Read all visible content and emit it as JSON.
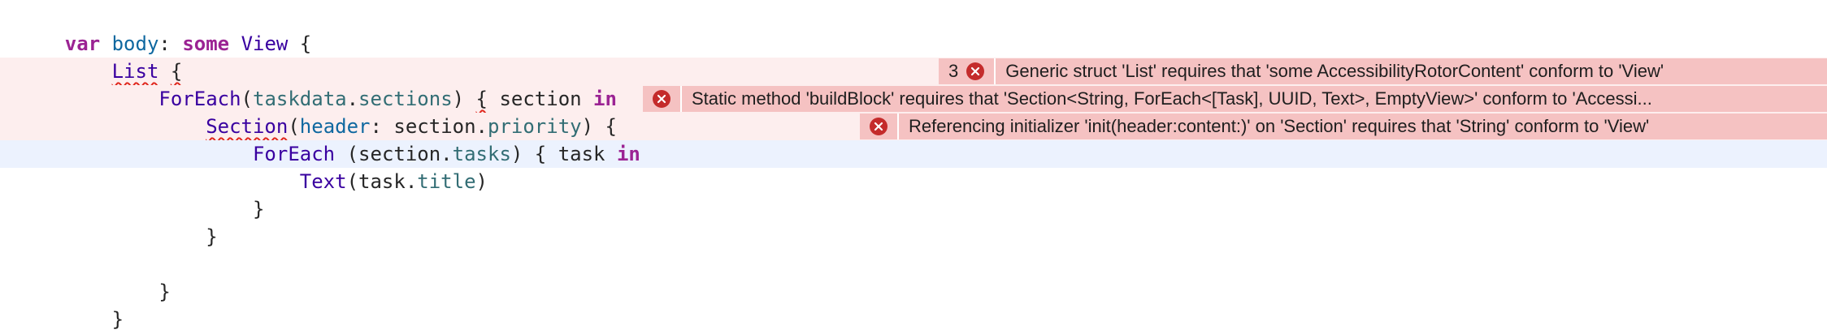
{
  "editor": {
    "lines": [
      {
        "tokens": [
          {
            "t": "    ",
            "c": "plain"
          },
          {
            "t": "var",
            "c": "kw"
          },
          {
            "t": " ",
            "c": "plain"
          },
          {
            "t": "body",
            "c": "decl"
          },
          {
            "t": ": ",
            "c": "plain"
          },
          {
            "t": "some",
            "c": "kw"
          },
          {
            "t": " ",
            "c": "plain"
          },
          {
            "t": "View",
            "c": "type"
          },
          {
            "t": " {",
            "c": "plain"
          }
        ]
      },
      {
        "tokens": [
          {
            "t": "        ",
            "c": "plain"
          },
          {
            "t": "List",
            "c": "type squig"
          },
          {
            "t": " ",
            "c": "plain"
          },
          {
            "t": "{",
            "c": "plain squig"
          }
        ]
      },
      {
        "tokens": [
          {
            "t": "            ",
            "c": "plain"
          },
          {
            "t": "ForEach",
            "c": "type"
          },
          {
            "t": "(",
            "c": "plain"
          },
          {
            "t": "taskdata",
            "c": "member"
          },
          {
            "t": ".",
            "c": "plain"
          },
          {
            "t": "sections",
            "c": "member"
          },
          {
            "t": ") ",
            "c": "plain"
          },
          {
            "t": "{",
            "c": "plain squig"
          },
          {
            "t": " section ",
            "c": "plain"
          },
          {
            "t": "in",
            "c": "kw"
          }
        ]
      },
      {
        "tokens": [
          {
            "t": "                ",
            "c": "plain"
          },
          {
            "t": "Section",
            "c": "type squig"
          },
          {
            "t": "(",
            "c": "plain"
          },
          {
            "t": "header",
            "c": "decl"
          },
          {
            "t": ": section.",
            "c": "plain"
          },
          {
            "t": "priority",
            "c": "member"
          },
          {
            "t": ") {",
            "c": "plain"
          }
        ]
      },
      {
        "tokens": [
          {
            "t": "                    ",
            "c": "plain"
          },
          {
            "t": "ForEach",
            "c": "type"
          },
          {
            "t": " (section.",
            "c": "plain"
          },
          {
            "t": "tasks",
            "c": "member"
          },
          {
            "t": ") { task ",
            "c": "plain"
          },
          {
            "t": "in",
            "c": "kw"
          }
        ]
      },
      {
        "tokens": [
          {
            "t": "                        ",
            "c": "plain"
          },
          {
            "t": "Text",
            "c": "type"
          },
          {
            "t": "(task.",
            "c": "plain"
          },
          {
            "t": "title",
            "c": "member"
          },
          {
            "t": ")",
            "c": "plain"
          }
        ]
      },
      {
        "tokens": [
          {
            "t": "                    }",
            "c": "plain"
          }
        ]
      },
      {
        "tokens": [
          {
            "t": "                }",
            "c": "plain"
          }
        ]
      },
      {
        "tokens": [
          {
            "t": "",
            "c": "plain"
          }
        ]
      },
      {
        "tokens": [
          {
            "t": "            }",
            "c": "plain"
          }
        ]
      },
      {
        "tokens": [
          {
            "t": "        }",
            "c": "plain"
          }
        ]
      }
    ]
  },
  "diagnostics": {
    "list_error": {
      "count": "3",
      "icon": "error-x-icon",
      "message": "Generic struct 'List' requires that 'some AccessibilityRotorContent' conform to 'View'"
    },
    "foreach_error": {
      "icon": "error-x-icon",
      "message": "Static method 'buildBlock' requires that 'Section<String, ForEach<[Task], UUID, Text>, EmptyView>' conform to 'Accessi..."
    },
    "section_error": {
      "icon": "error-x-icon",
      "message": "Referencing initializer 'init(header:content:)' on 'Section' requires that 'String' conform to 'View'"
    }
  },
  "colors": {
    "keyword": "#9b2393",
    "declaration": "#0f68a0",
    "type": "#3900a0",
    "member": "#326d74",
    "error_line_bg": "#fdeeee",
    "current_line_bg": "#ecf2fe",
    "annotation_bg": "#f5c2c2",
    "error_icon": "#c42b2b"
  }
}
